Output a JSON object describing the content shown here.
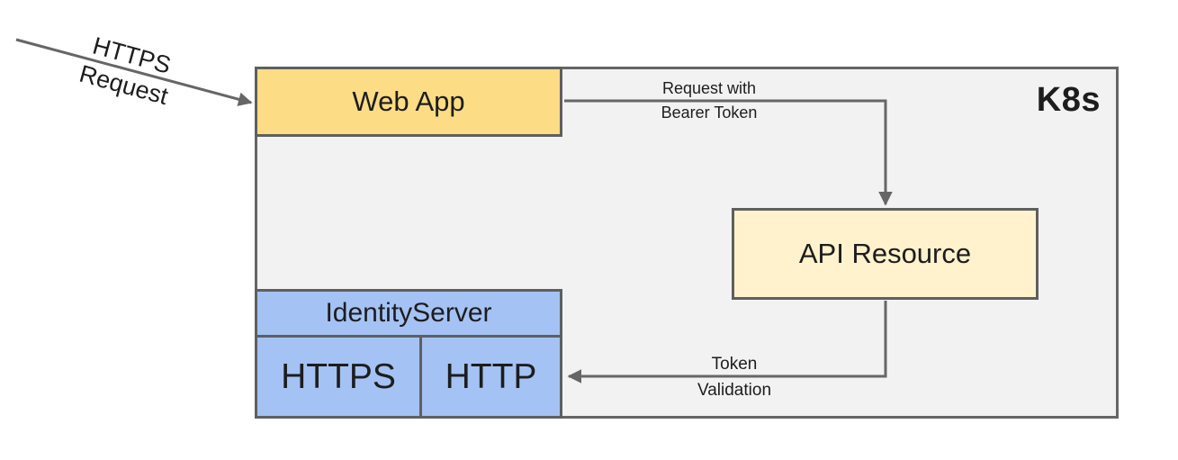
{
  "colors": {
    "container_fill": "#F2F2F2",
    "container_border": "#666666",
    "node_border": "#5F5F5F",
    "web_app_fill": "#FCDC84",
    "api_resource_fill": "#FFF2CC",
    "identity_fill": "#A4C2F4",
    "arrow": "#666666",
    "text": "#1D1D1D"
  },
  "container": {
    "label": "K8s"
  },
  "nodes": {
    "web_app": {
      "label": "Web App"
    },
    "api_resource": {
      "label": "API Resource"
    },
    "identity_server": {
      "label": "IdentityServer",
      "ports": [
        {
          "label": "HTTPS"
        },
        {
          "label": "HTTP"
        }
      ]
    }
  },
  "edges": {
    "https_request": {
      "label": "HTTPS\nRequest",
      "from": "external",
      "to": "web_app"
    },
    "bearer_token": {
      "label": "Request with\nBearer Token",
      "from": "web_app",
      "to": "api_resource"
    },
    "token_validation": {
      "label": "Token\nValidation",
      "from": "api_resource",
      "to": "identity_server_http"
    }
  }
}
